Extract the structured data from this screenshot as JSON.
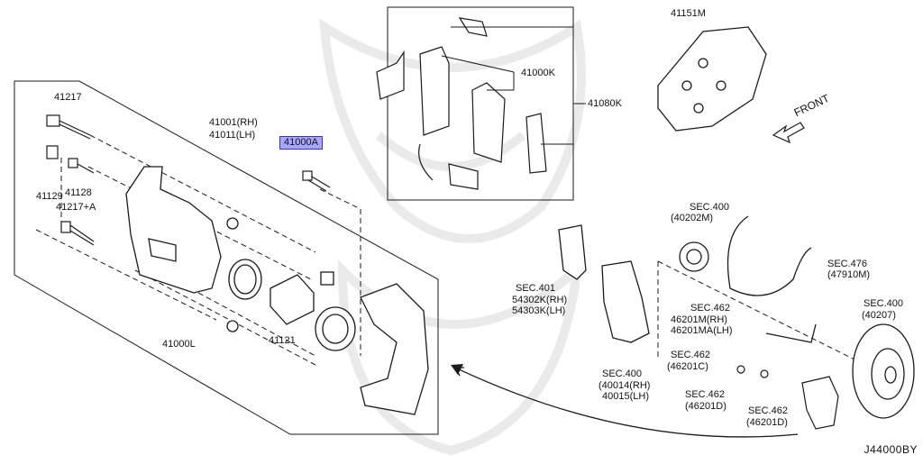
{
  "parts": {
    "p41217": "41217",
    "p41001": "41001(RH)",
    "p41011": "41011(LH)",
    "p41000A": "41000A",
    "p41129": "41129",
    "p41128": "41128",
    "p41217A": "41217+A",
    "p41000L": "41000L",
    "p41121": "41121",
    "p41000K": "41000K",
    "p41080K": "41080K",
    "p41151M": "41151M",
    "front": "FRONT"
  },
  "sections": {
    "sec400a_title": "SEC.400",
    "sec400a_sub": "(40202M)",
    "sec476_title": "SEC.476",
    "sec476_sub": "(47910M)",
    "sec401_title": "SEC.401",
    "sec401_l1": "54302K(RH)",
    "sec401_l2": "54303K(LH)",
    "sec462a_title": "SEC.462",
    "sec462a_l1": "46201M(RH)",
    "sec462a_l2": "46201MA(LH)",
    "sec400b_title": "SEC.400",
    "sec400b_sub": "(40207)",
    "sec462b_title": "SEC.462",
    "sec462b_sub": "(46201C)",
    "sec400c_title": "SEC.400",
    "sec400c_l1": "(40014(RH)",
    "sec400c_l2": "40015(LH)",
    "sec462c_title": "SEC.462",
    "sec462c_sub": "(46201D)",
    "sec462d_title": "SEC.462",
    "sec462d_sub": "(46201D)"
  },
  "diagram_code": "J44000BY",
  "colors": {
    "highlight": "#a9a6ff",
    "line": "#1a1a1a",
    "watermark": "#e6e6e6"
  }
}
